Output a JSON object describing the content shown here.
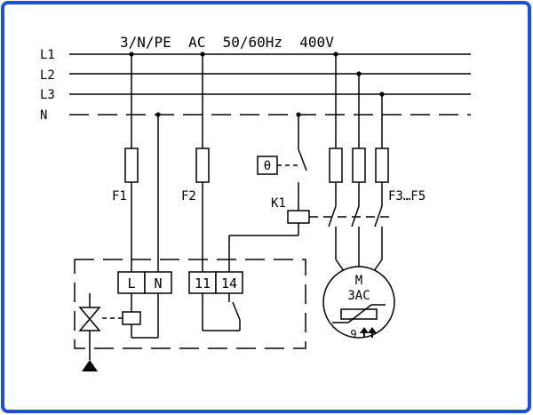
{
  "supply_label": "3/N/PE  AC  50/60Hz  400V",
  "lines": {
    "l1": "L1",
    "l2": "L2",
    "l3": "L3",
    "n": "N"
  },
  "fuses": {
    "f1": "F1",
    "f2": "F2",
    "f3_f5": "F3…F5"
  },
  "contactor": "K1",
  "thermostat_symbol": "θ",
  "terminals": {
    "l": "L",
    "n": "N",
    "t11": "11",
    "t14": "14"
  },
  "motor": {
    "letter": "M",
    "type": "3AC",
    "sub": "9"
  },
  "colors": {
    "frame": "#1e4fd8",
    "ink": "#000000",
    "background": "#ffffff"
  },
  "icons": {
    "motor_pressure": "double-arrow-icon",
    "ground": "ground-triangle-icon",
    "valve": "valve-icon"
  }
}
